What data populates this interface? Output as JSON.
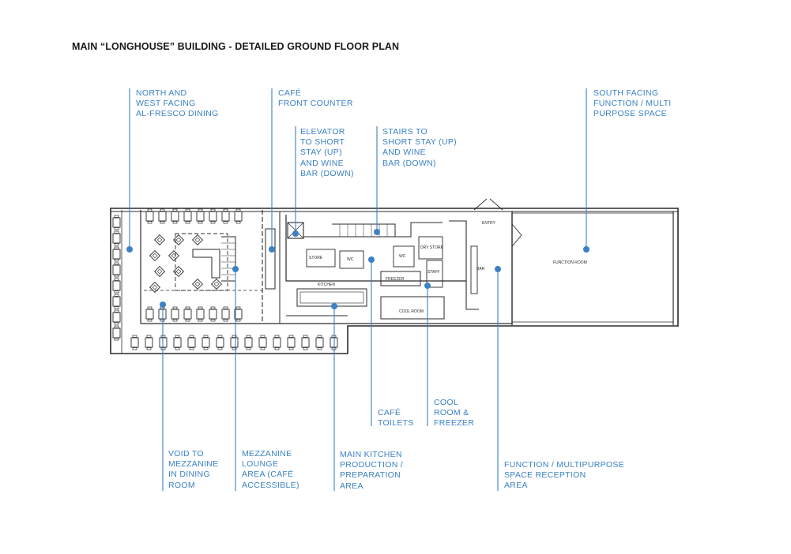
{
  "title": "MAIN “LONGHOUSE” BUILDING - DETAILED GROUND FLOOR PLAN",
  "colors": {
    "accent": "#3b82c4",
    "ink": "#2a2a2a"
  },
  "callouts": {
    "north_west_dining": [
      "NORTH AND",
      "WEST FACING",
      "AL-FRESCO DINING"
    ],
    "cafe_front_counter": [
      "CAFÉ",
      "FRONT COUNTER"
    ],
    "elevator": [
      "ELEVATOR",
      "TO SHORT",
      "STAY (UP)",
      "AND WINE",
      "BAR (DOWN)"
    ],
    "stairs": [
      "STAIRS TO",
      "SHORT STAY (UP)",
      "AND WINE",
      "BAR (DOWN)"
    ],
    "south_function": [
      "SOUTH FACING",
      "FUNCTION / MULTI",
      "PURPOSE SPACE"
    ],
    "cafe_toilets": [
      "CAFÉ",
      "TOILETS"
    ],
    "cool_room": [
      "COOL",
      "ROOM &",
      "FREEZER"
    ],
    "void_mezzanine": [
      "VOID TO",
      "MEZZANINE",
      "IN DINING",
      "ROOM"
    ],
    "mezzanine_lounge": [
      "MEZZANINE",
      "LOUNGE",
      "AREA (CAFÉ",
      "ACCESSIBLE)"
    ],
    "main_kitchen": [
      "MAIN KITCHEN",
      "PRODUCTION /",
      "PREPARATION",
      "AREA"
    ],
    "function_reception": [
      "FUNCTION / MULTIPURPOSE",
      "SPACE RECEPTION",
      "AREA"
    ]
  },
  "plan_labels": {
    "entry": "ENTRY",
    "function_room": "FUNCTION ROOM",
    "bar": "BAR",
    "kitchen": "KITCHEN",
    "freezer": "FREEZER",
    "cool_room": "COOL ROOM",
    "store": "STORE",
    "wc1": "WC",
    "wc2": "WC",
    "dry_store": "DRY STORE",
    "staff": "STAFF"
  }
}
